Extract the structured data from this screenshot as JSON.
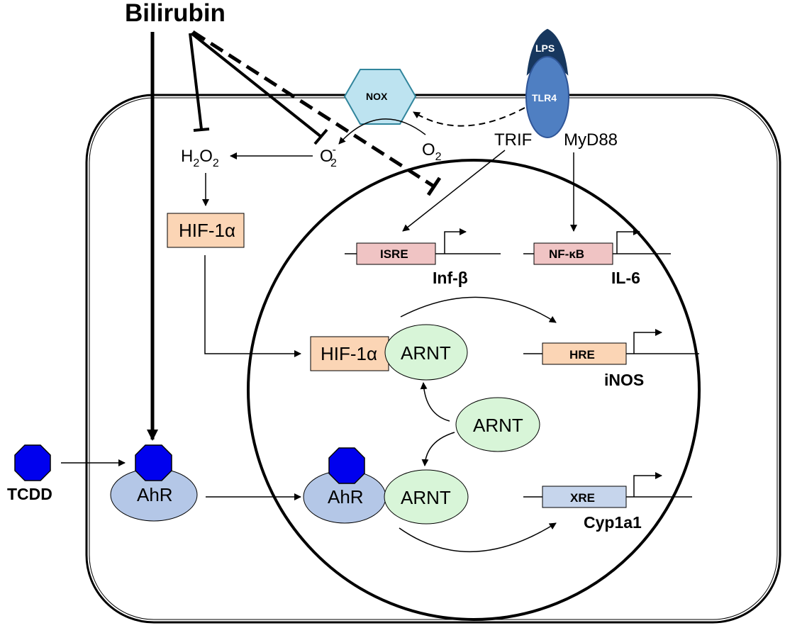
{
  "labels": {
    "bilirubin": "Bilirubin",
    "lps": "LPS",
    "tlr4": "TLR4",
    "nox": "NOX",
    "trif": "TRIF",
    "myd88": "MyD88",
    "h2o2": "H",
    "h2o2_sub1": "2",
    "h2o2_o": "O",
    "h2o2_sub2": "2",
    "superoxide": "O",
    "superoxide_sub": "2",
    "superoxide_sup": "-",
    "oxygen": "O",
    "oxygen_sub": "2",
    "hif_cyto": "HIF-1α",
    "hif_nuc": "HIF-1α",
    "arnt_hif": "ARNT",
    "arnt_free": "ARNT",
    "arnt_ahr": "ARNT",
    "ahr_cyto": "AhR",
    "ahr_nuc": "AhR",
    "tcdd": "TCDD",
    "isre": "ISRE",
    "inf_beta": "Inf-β",
    "nfkb": "NF-κB",
    "il6": "IL-6",
    "hre": "HRE",
    "inos": "iNOS",
    "xre": "XRE",
    "cyp1a1": "Cyp1a1"
  },
  "colors": {
    "ligand": "#0000ee",
    "receptor_ahr": "#b4c7e7",
    "hif_box": "#fbd5b5",
    "arnt": "#d8f5d8",
    "nox": "#bde3f0",
    "tlr4": "#4f7fc2",
    "lps": "#17375e",
    "isre_box": "#f0c4c4",
    "xre_box": "#c6d5ec"
  }
}
